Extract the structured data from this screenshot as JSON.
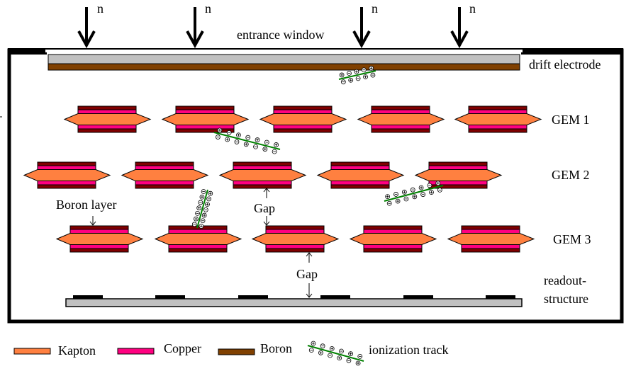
{
  "labels": {
    "neutron": "n",
    "entrance_window": "entrance window",
    "drift_electrode": "drift electrode",
    "gem1": "GEM 1",
    "gem2": "GEM 2",
    "gem3": "GEM 3",
    "boron_layer": "Boron layer",
    "gap_upper": "Gap",
    "gap_lower": "Gap",
    "readout_line1": "readout-",
    "readout_line2": "structure"
  },
  "legend": [
    {
      "label": "Kapton",
      "color": "#ff8040",
      "kind": "swatch"
    },
    {
      "label": "Copper",
      "color": "#ff0080",
      "kind": "swatch"
    },
    {
      "label": "Boron",
      "color": "#804000",
      "kind": "swatch"
    },
    {
      "label": "ionization track",
      "color": "#008000",
      "kind": "track"
    }
  ],
  "colors": {
    "kapton": "#ff8040",
    "copper": "#ff0080",
    "boron": "#800000",
    "drift_boron": "#804000",
    "window": "#c0c0c0",
    "track": "#008000",
    "frame": "#000000"
  },
  "gem_rows": [
    {
      "name": "GEM 1",
      "count": 5
    },
    {
      "name": "GEM 2",
      "count": 5
    },
    {
      "name": "GEM 3",
      "count": 5
    }
  ],
  "neutron_arrows": 4,
  "readout_pads": 6
}
